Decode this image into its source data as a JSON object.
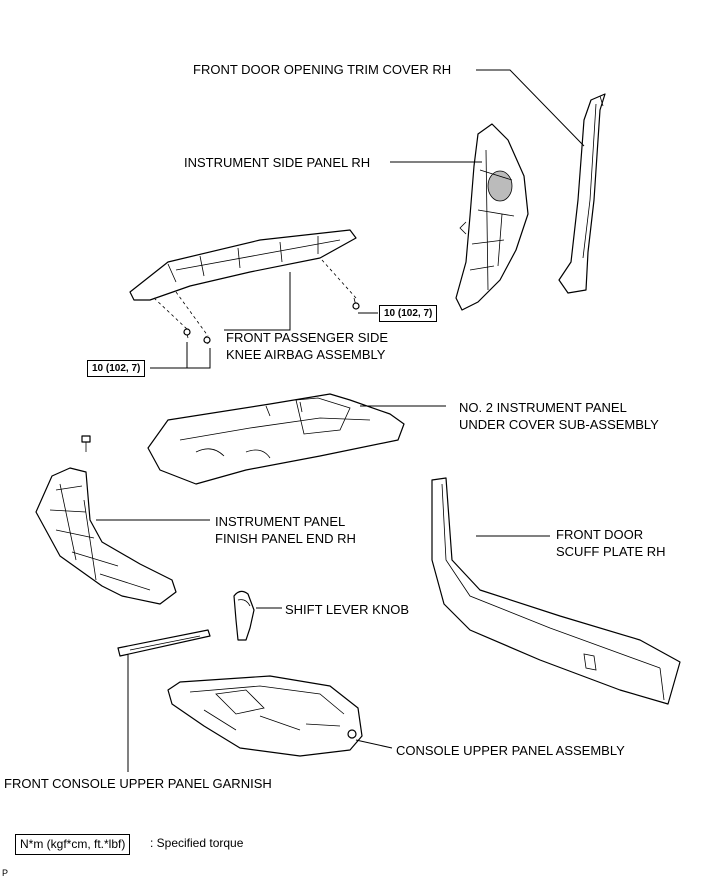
{
  "labels": {
    "front_door_opening_trim": "FRONT DOOR OPENING TRIM COVER RH",
    "instrument_side_panel": "INSTRUMENT SIDE PANEL RH",
    "knee_airbag_line1": "FRONT PASSENGER SIDE",
    "knee_airbag_line2": "KNEE AIRBAG ASSEMBLY",
    "under_cover_line1": "NO. 2 INSTRUMENT PANEL",
    "under_cover_line2": "UNDER COVER SUB-ASSEMBLY",
    "finish_panel_line1": "INSTRUMENT PANEL",
    "finish_panel_line2": "FINISH PANEL END RH",
    "scuff_plate_line1": "FRONT DOOR",
    "scuff_plate_line2": "SCUFF PLATE RH",
    "shift_knob": "SHIFT LEVER KNOB",
    "console_upper_panel": "CONSOLE UPPER PANEL ASSEMBLY",
    "console_garnish": "FRONT CONSOLE UPPER PANEL GARNISH"
  },
  "torque": {
    "right": "10 (102, 7)",
    "left": "10 (102, 7)"
  },
  "legend": {
    "unit": "N*m (kgf*cm, ft.*lbf)",
    "description": ": Specified torque"
  },
  "corner_mark": "P"
}
